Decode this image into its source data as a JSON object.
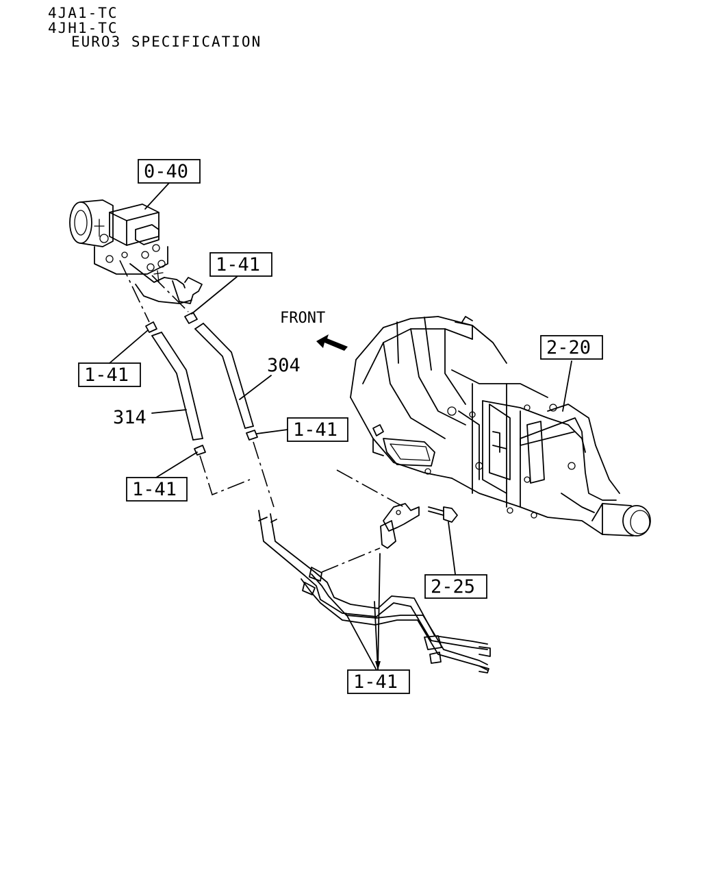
{
  "header": {
    "line1": "4JA1-TC",
    "line2": "4JH1-TC",
    "line3": "EURO3 SPECIFICATION"
  },
  "direction": {
    "label": "FRONT"
  },
  "callouts": {
    "pump": "0-40",
    "transmission": "2-20",
    "bolt": "2-25",
    "clip_top": "1-41",
    "clip_left_upper": "1-41",
    "clip_right_mid": "1-41",
    "clip_left_lower": "1-41",
    "clip_bottom": "1-41"
  },
  "parts": {
    "hose_a": "304",
    "hose_b": "314"
  }
}
